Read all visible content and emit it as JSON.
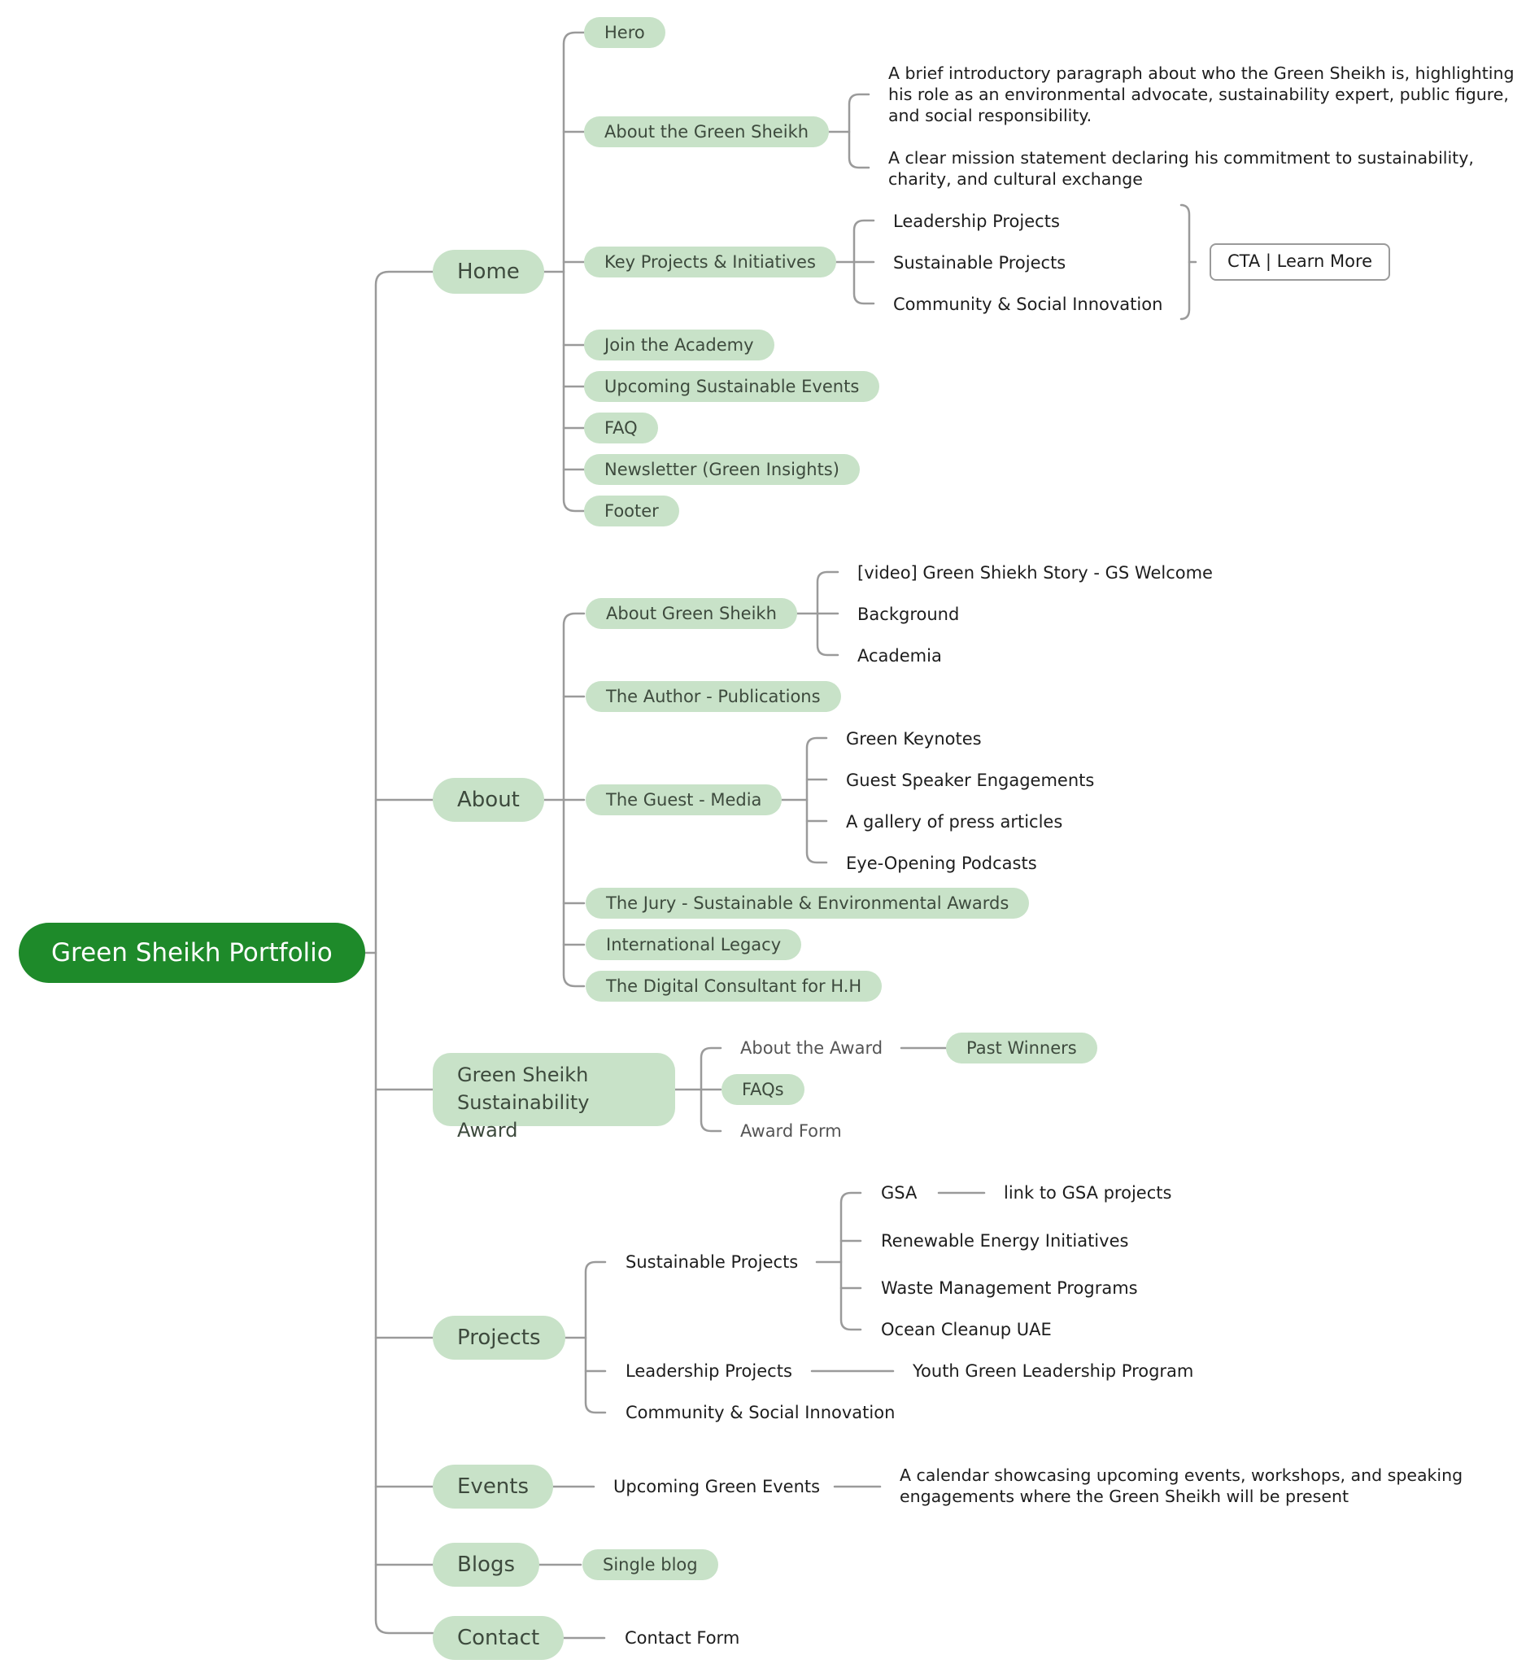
{
  "root": "Green Sheikh Portfolio",
  "home": {
    "label": "Home",
    "hero": "Hero",
    "about": "About the Green Sheikh",
    "about_desc1": "A brief introductory paragraph about who the Green Sheikh is, highlighting his role as an environmental advocate, sustainability expert, public figure, and social responsibility.",
    "about_desc2": "A clear mission statement declaring his commitment to sustainability, charity, and cultural exchange",
    "key_projects": "Key Projects & Initiatives",
    "kp_items": [
      "Leadership Projects",
      "Sustainable Projects",
      "Community & Social Innovation"
    ],
    "cta": "CTA | Learn More",
    "others": [
      "Join the Academy",
      "Upcoming Sustainable Events",
      "FAQ",
      "Newsletter (Green Insights)",
      "Footer"
    ]
  },
  "about": {
    "label": "About",
    "about_gs": "About Green Sheikh",
    "about_gs_items": [
      "[video] Green Shiekh Story - GS Welcome",
      "Background",
      "Academia"
    ],
    "author": "The Author - Publications",
    "guest": "The Guest - Media",
    "guest_items": [
      "Green Keynotes",
      "Guest Speaker Engagements",
      "A gallery of press articles",
      "Eye-Opening Podcasts"
    ],
    "others": [
      "The Jury - Sustainable & Environmental Awards",
      "International Legacy",
      "The Digital Consultant for H.H"
    ]
  },
  "award": {
    "label": "Green Sheikh Sustainability Award",
    "about_award": "About the Award",
    "past_winners": "Past Winners",
    "faqs": "FAQs",
    "form": "Award Form"
  },
  "projects": {
    "label": "Projects",
    "sustainable": "Sustainable Projects",
    "sustainable_items": [
      "GSA",
      "Renewable Energy Initiatives",
      "Waste Management Programs",
      "Ocean Cleanup UAE"
    ],
    "gsa_link": "link to GSA projects",
    "leadership": "Leadership Projects",
    "leadership_child": "Youth Green Leadership Program",
    "community": "Community & Social Innovation"
  },
  "events": {
    "label": "Events",
    "upcoming": "Upcoming Green Events",
    "desc": "A calendar showcasing upcoming events, workshops, and speaking engagements where the Green Sheikh will be present"
  },
  "blogs": {
    "label": "Blogs",
    "single": "Single blog"
  },
  "contact": {
    "label": "Contact",
    "form": "Contact Form"
  }
}
